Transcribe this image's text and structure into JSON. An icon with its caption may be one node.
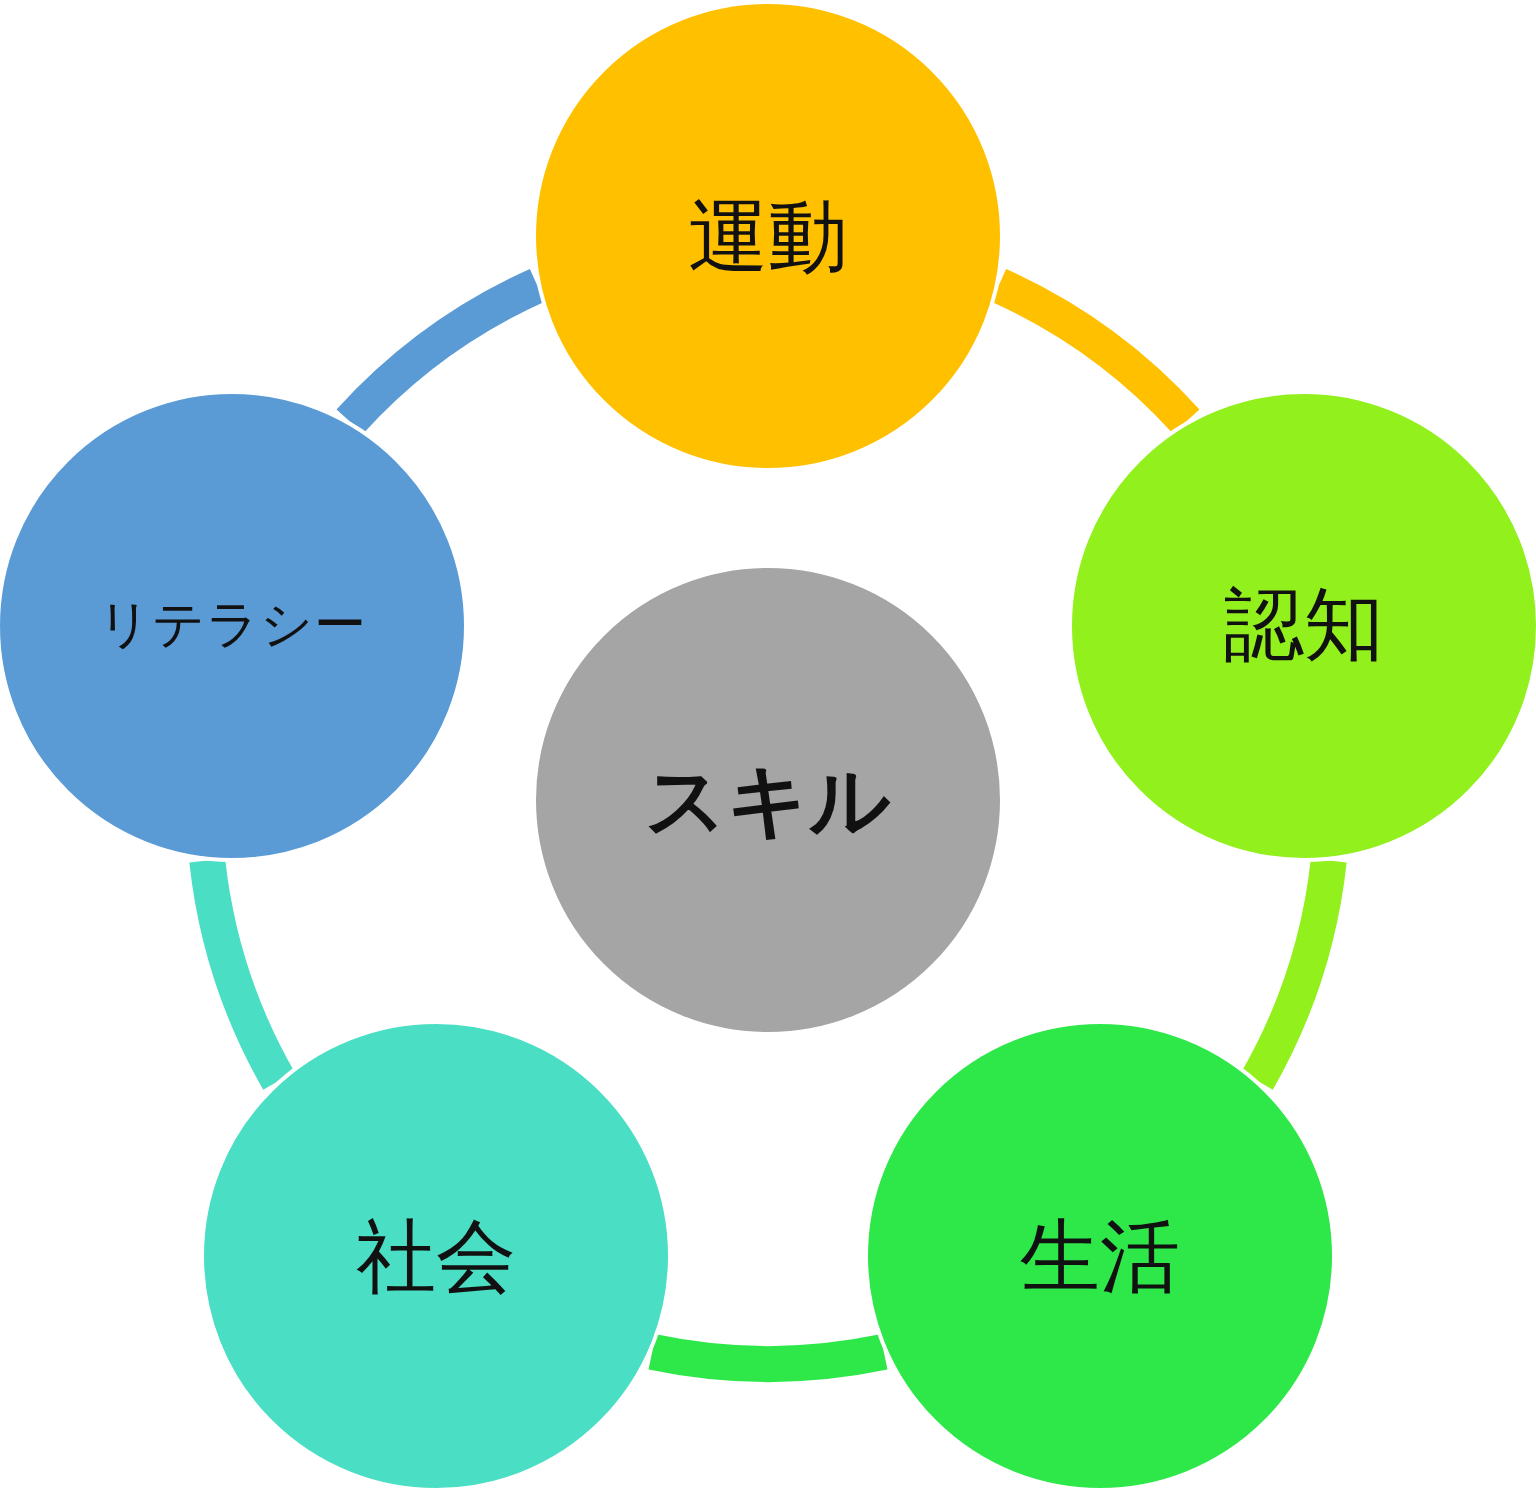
{
  "diagram": {
    "nodes": [
      {
        "text": [
          "運動"
        ]
      },
      {
        "text": [
          "認知"
        ]
      },
      {
        "text": [
          "生活"
        ]
      },
      {
        "text": [
          "社会"
        ]
      },
      {
        "text": [
          "リテラシー"
        ]
      },
      {
        "text": [
          "スキル"
        ]
      }
    ],
    "edges": [
      {
        "from": 0,
        "to": 1,
        "arrow": "none",
        "color": "#ffc000"
      },
      {
        "from": 1,
        "to": 2,
        "arrow": "none",
        "color": "#92f01c"
      },
      {
        "from": 2,
        "to": 3,
        "arrow": "none",
        "color": "#2ee84a"
      },
      {
        "from": 3,
        "to": 4,
        "arrow": "none",
        "color": "#4adec4"
      },
      {
        "from": 4,
        "to": 0,
        "arrow": "none",
        "color": "#5b9bd5"
      }
    ]
  }
}
